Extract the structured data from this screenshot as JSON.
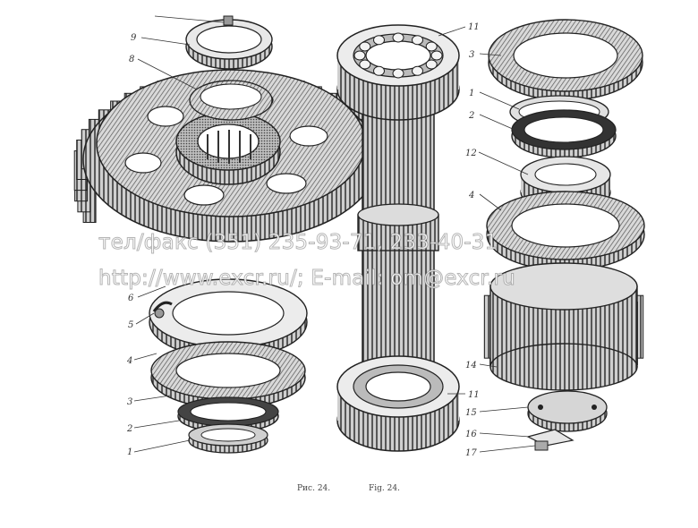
{
  "callouts": {
    "left": [
      "9",
      "8",
      "6",
      "5",
      "4",
      "3",
      "2",
      "1"
    ],
    "center": [
      "11",
      "11"
    ],
    "right": [
      "3",
      "1",
      "2",
      "12",
      "4",
      "14",
      "15",
      "16",
      "17"
    ]
  },
  "caption": {
    "ru": "Рис. 24.",
    "en": "Fig. 24."
  },
  "watermark": {
    "line1": "тел/факс (351) 235-93-71, 233-40-31",
    "line2": "http://www.excr.ru/; E-mail: om@excr.ru"
  }
}
